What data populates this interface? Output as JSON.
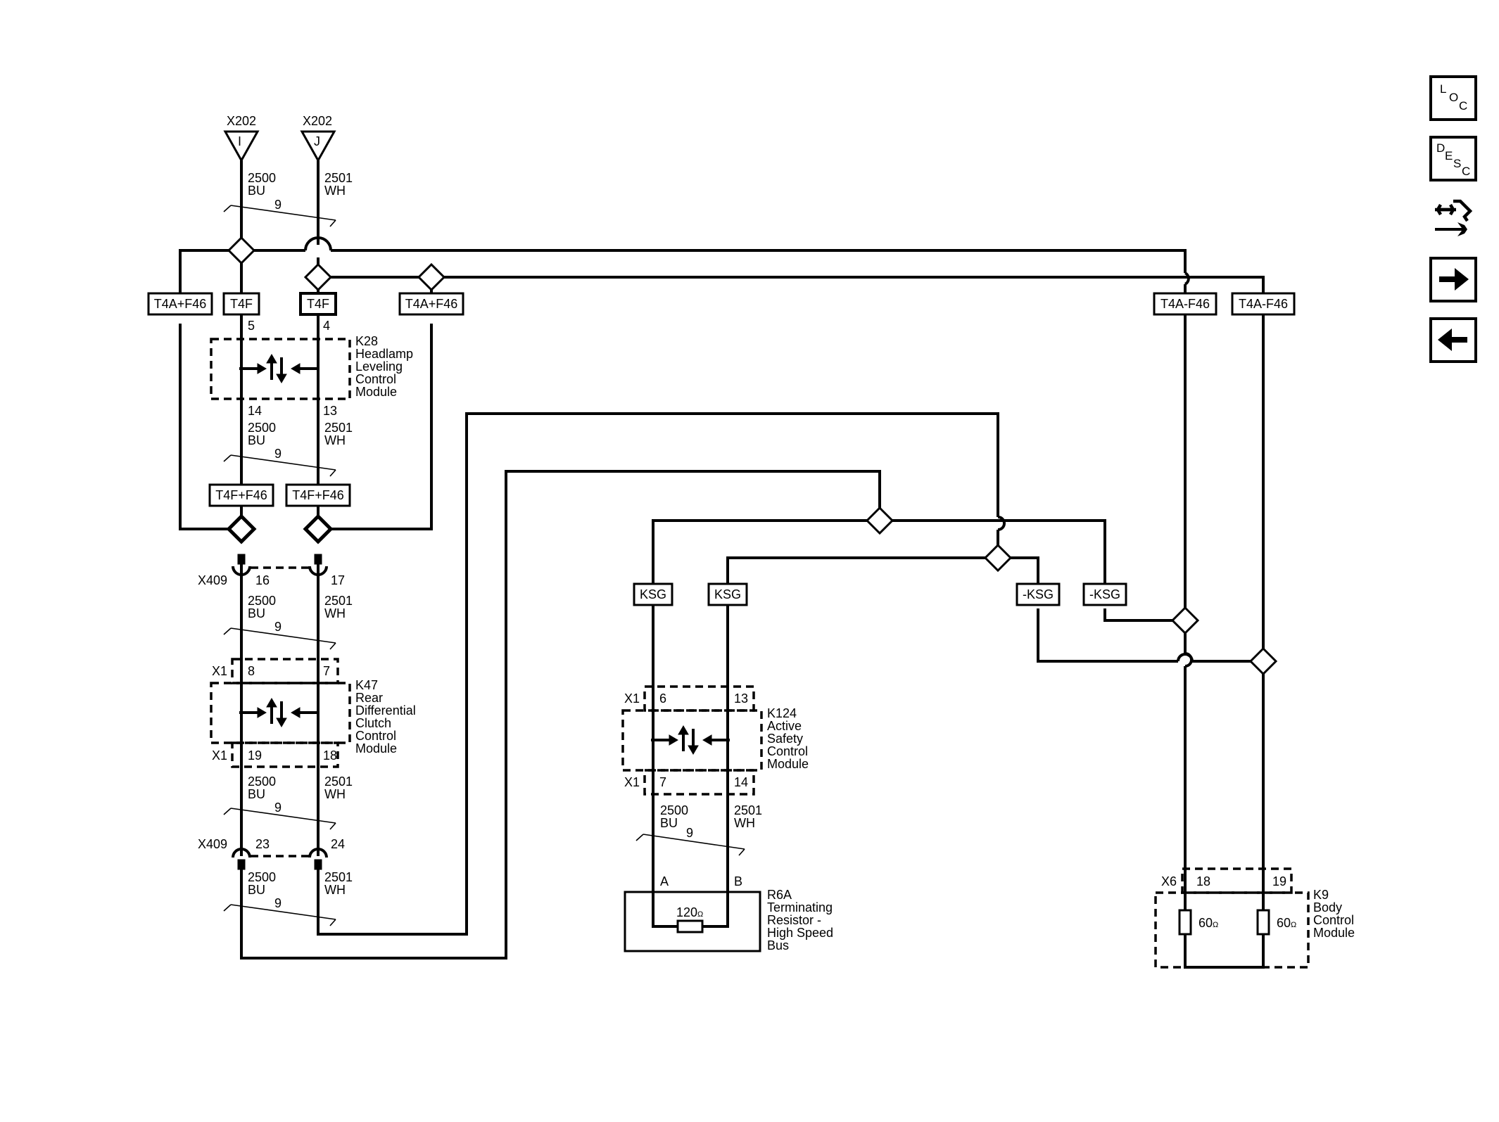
{
  "connectors": {
    "x202_i": {
      "name": "X202",
      "pin": "I"
    },
    "x202_j": {
      "name": "X202",
      "pin": "J"
    },
    "x409_top": {
      "name": "X409",
      "pin_bu": "16",
      "pin_wh": "17"
    },
    "x409_bottom": {
      "name": "X409",
      "pin_bu": "23",
      "pin_wh": "24"
    }
  },
  "wire": {
    "bu_circuit": "2500",
    "bu_color": "BU",
    "wh_circuit": "2501",
    "wh_color": "WH",
    "twist": "9"
  },
  "option_tags": {
    "t4a_f46_plus": "T4A+F46",
    "t4f": "T4F",
    "t4f_f46": "T4F+F46",
    "t4a_f46_minus": "T4A-F46",
    "ksg": "KSG",
    "minus_ksg": "-KSG"
  },
  "modules": {
    "k28": {
      "label": [
        "K28",
        "Headlamp",
        "Leveling",
        "Control",
        "Module"
      ],
      "pin_top_bu": "5",
      "pin_top_wh": "4",
      "pin_bot_bu": "14",
      "pin_bot_wh": "13"
    },
    "k47": {
      "label": [
        "K47",
        "Rear",
        "Differential",
        "Clutch",
        "Control",
        "Module"
      ],
      "conn": "X1",
      "pin_top_bu": "8",
      "pin_top_wh": "7",
      "pin_bot_bu": "19",
      "pin_bot_wh": "18"
    },
    "k124": {
      "label": [
        "K124",
        "Active",
        "Safety",
        "Control",
        "Module"
      ],
      "conn": "X1",
      "pin_top_bu": "6",
      "pin_top_wh": "13",
      "pin_bot_bu": "7",
      "pin_bot_wh": "14"
    },
    "r6a": {
      "label": [
        "R6A",
        "Terminating",
        "Resistor -",
        "High Speed",
        "Bus"
      ],
      "pin_a": "A",
      "pin_b": "B",
      "resistance": "120"
    },
    "k9": {
      "label": [
        "K9",
        "Body",
        "Control",
        "Module"
      ],
      "conn": "X6",
      "pin_bu": "18",
      "pin_wh": "19",
      "resistance": "60"
    }
  },
  "ohm_symbol": "Ω",
  "nav": {
    "loc": [
      "L",
      "O",
      "C"
    ],
    "desc": [
      "D",
      "E",
      "S",
      "C"
    ],
    "diagnostic_icon": "wrench-connector-icon",
    "next_icon": "arrow-right-icon",
    "prev_icon": "arrow-left-icon"
  }
}
